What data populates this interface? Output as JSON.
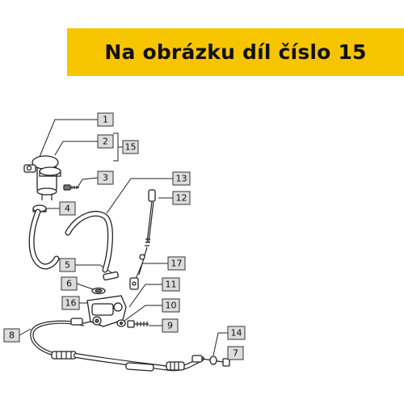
{
  "banner": {
    "title": "Na obrázku díl číslo 15",
    "background": "#f7c400"
  },
  "callouts": [
    "1",
    "2",
    "15",
    "3",
    "13",
    "4",
    "12",
    "5",
    "17",
    "6",
    "11",
    "16",
    "10",
    "9",
    "8",
    "14",
    "7"
  ],
  "parts": [
    "brake-fluid-reservoir",
    "reservoir-cap",
    "reservoir-screw",
    "hose-clamp",
    "fluid-hose",
    "reservoir-hose",
    "push-rod",
    "master-cylinder",
    "bolt",
    "washer",
    "fork-clevis",
    "brake-line",
    "banjo-bolt"
  ]
}
